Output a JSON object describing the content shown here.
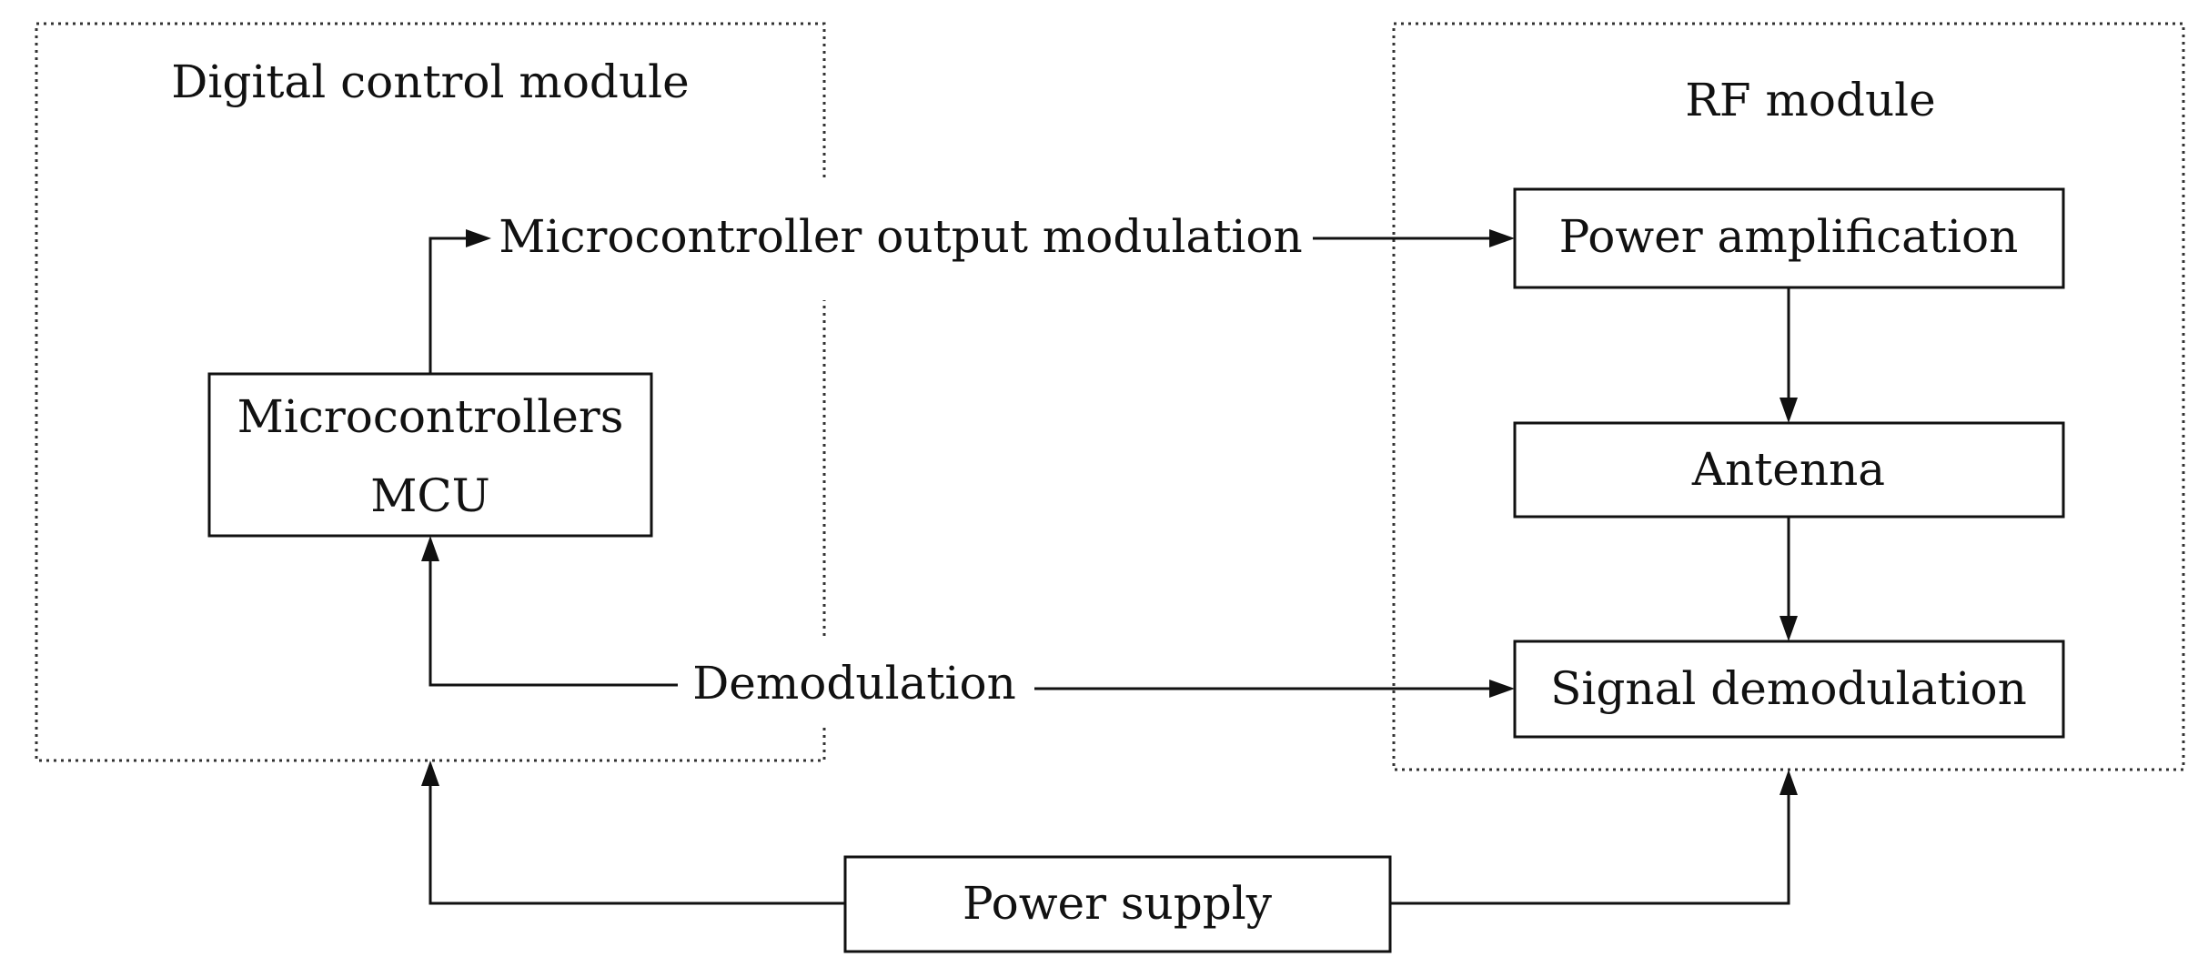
{
  "regions": {
    "digital": {
      "title": "Digital control module"
    },
    "rf": {
      "title": "RF module"
    }
  },
  "blocks": {
    "mcu": {
      "line1": "Microcontrollers",
      "line2": "MCU"
    },
    "power_amplification": {
      "label": "Power amplification"
    },
    "antenna": {
      "label": "Antenna"
    },
    "signal_demodulation": {
      "label": "Signal demodulation"
    },
    "power_supply": {
      "label": "Power supply"
    }
  },
  "edges": {
    "output_modulation": {
      "label": "Microcontroller output modulation"
    },
    "demodulation": {
      "label": "Demodulation"
    }
  }
}
